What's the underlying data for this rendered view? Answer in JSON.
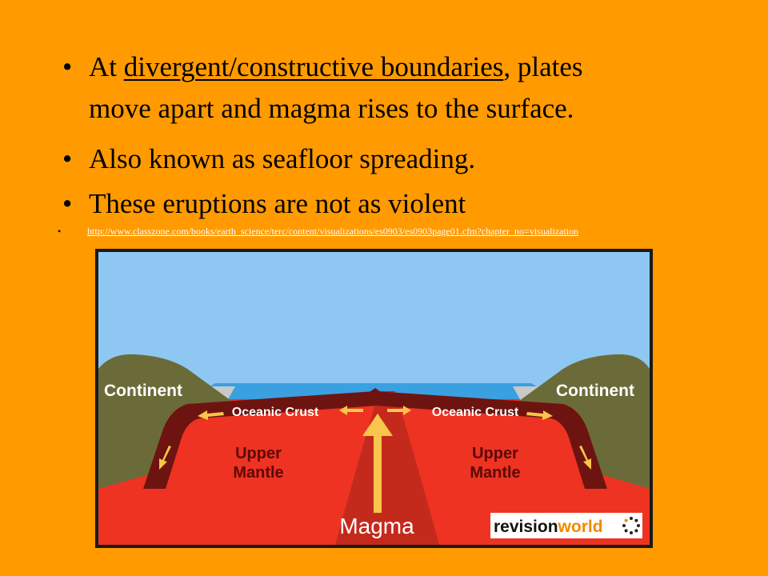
{
  "slide": {
    "bullets": [
      {
        "pre": "At ",
        "underlined": "divergent/constructive boundaries",
        "post": ", plates",
        "line2": "move apart and magma rises to the surface."
      },
      {
        "text": "Also known as seafloor spreading."
      },
      {
        "text": "These eruptions are not as violent"
      }
    ],
    "link": "http://www.classzone.com/books/earth_science/terc/content/visualizations/es0903/es0903page01.cfm?chapter_no=visualization",
    "bullet_glyph": "•"
  },
  "diagram": {
    "labels": {
      "continent_left": "Continent",
      "continent_right": "Continent",
      "crust_left": "Oceanic Crust",
      "crust_right": "Oceanic Crust",
      "mantle_left_1": "Upper",
      "mantle_left_2": "Mantle",
      "mantle_right_1": "Upper",
      "mantle_right_2": "Mantle",
      "magma": "Magma"
    },
    "logo": {
      "part1": "revision",
      "part2": "world"
    },
    "colors": {
      "sky": "#8ec8f2",
      "ocean": "#3aa0e0",
      "mantle": "#ee3322",
      "plate": "#6e1410",
      "continent": "#6b6b3a",
      "arrow": "#f7c64a",
      "background": "#ff9a00"
    }
  }
}
